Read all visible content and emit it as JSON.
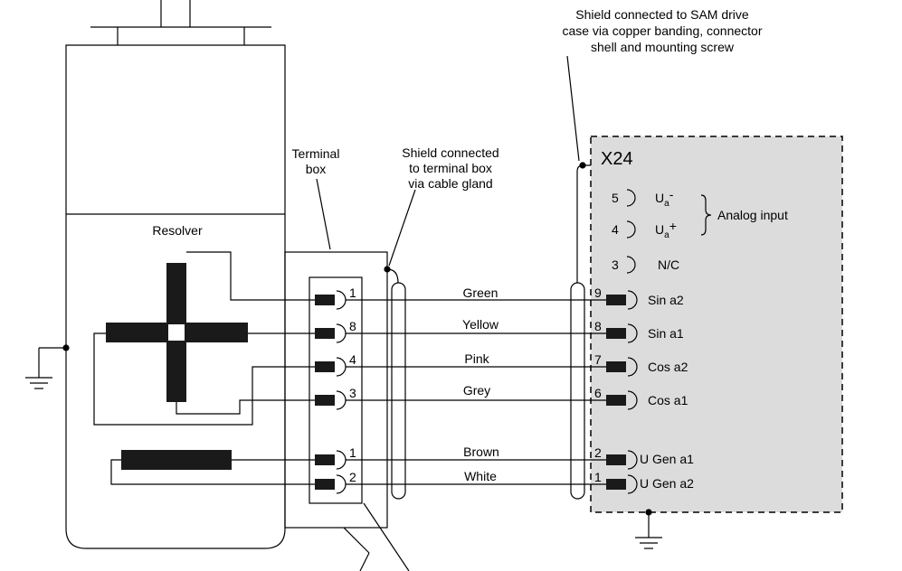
{
  "diagram": {
    "annotations": {
      "terminal_box": [
        "Terminal",
        "box"
      ],
      "shield_terminal": [
        "Shield connected",
        "to terminal box",
        "via cable gland"
      ],
      "shield_drive": [
        "Shield connected to SAM drive",
        "case via copper banding, connector",
        "shell and mounting screw"
      ]
    },
    "resolver_label": "Resolver",
    "connector": {
      "name": "X24",
      "analog_input_label": "Analog input",
      "top_pins": [
        {
          "num": "5",
          "label": "U",
          "sub": "a",
          "suffix": "-"
        },
        {
          "num": "4",
          "label": "U",
          "sub": "a",
          "suffix": "+"
        },
        {
          "num": "3",
          "label": "N/C",
          "sub": "",
          "suffix": ""
        }
      ],
      "pins": [
        {
          "num": "9",
          "label": "Sin a2"
        },
        {
          "num": "8",
          "label": "Sin a1"
        },
        {
          "num": "7",
          "label": "Cos a2"
        },
        {
          "num": "6",
          "label": "Cos a1"
        },
        {
          "num": "2",
          "label": "U Gen a1"
        },
        {
          "num": "1",
          "label": "U Gen a2"
        }
      ]
    },
    "terminal_pins": [
      "1",
      "8",
      "4",
      "3",
      "1",
      "2"
    ],
    "wires": [
      "Green",
      "Yellow",
      "Pink",
      "Grey",
      "Brown",
      "White"
    ],
    "colors": {
      "connector_fill": "#dcdcdc",
      "line": "#000000"
    }
  }
}
